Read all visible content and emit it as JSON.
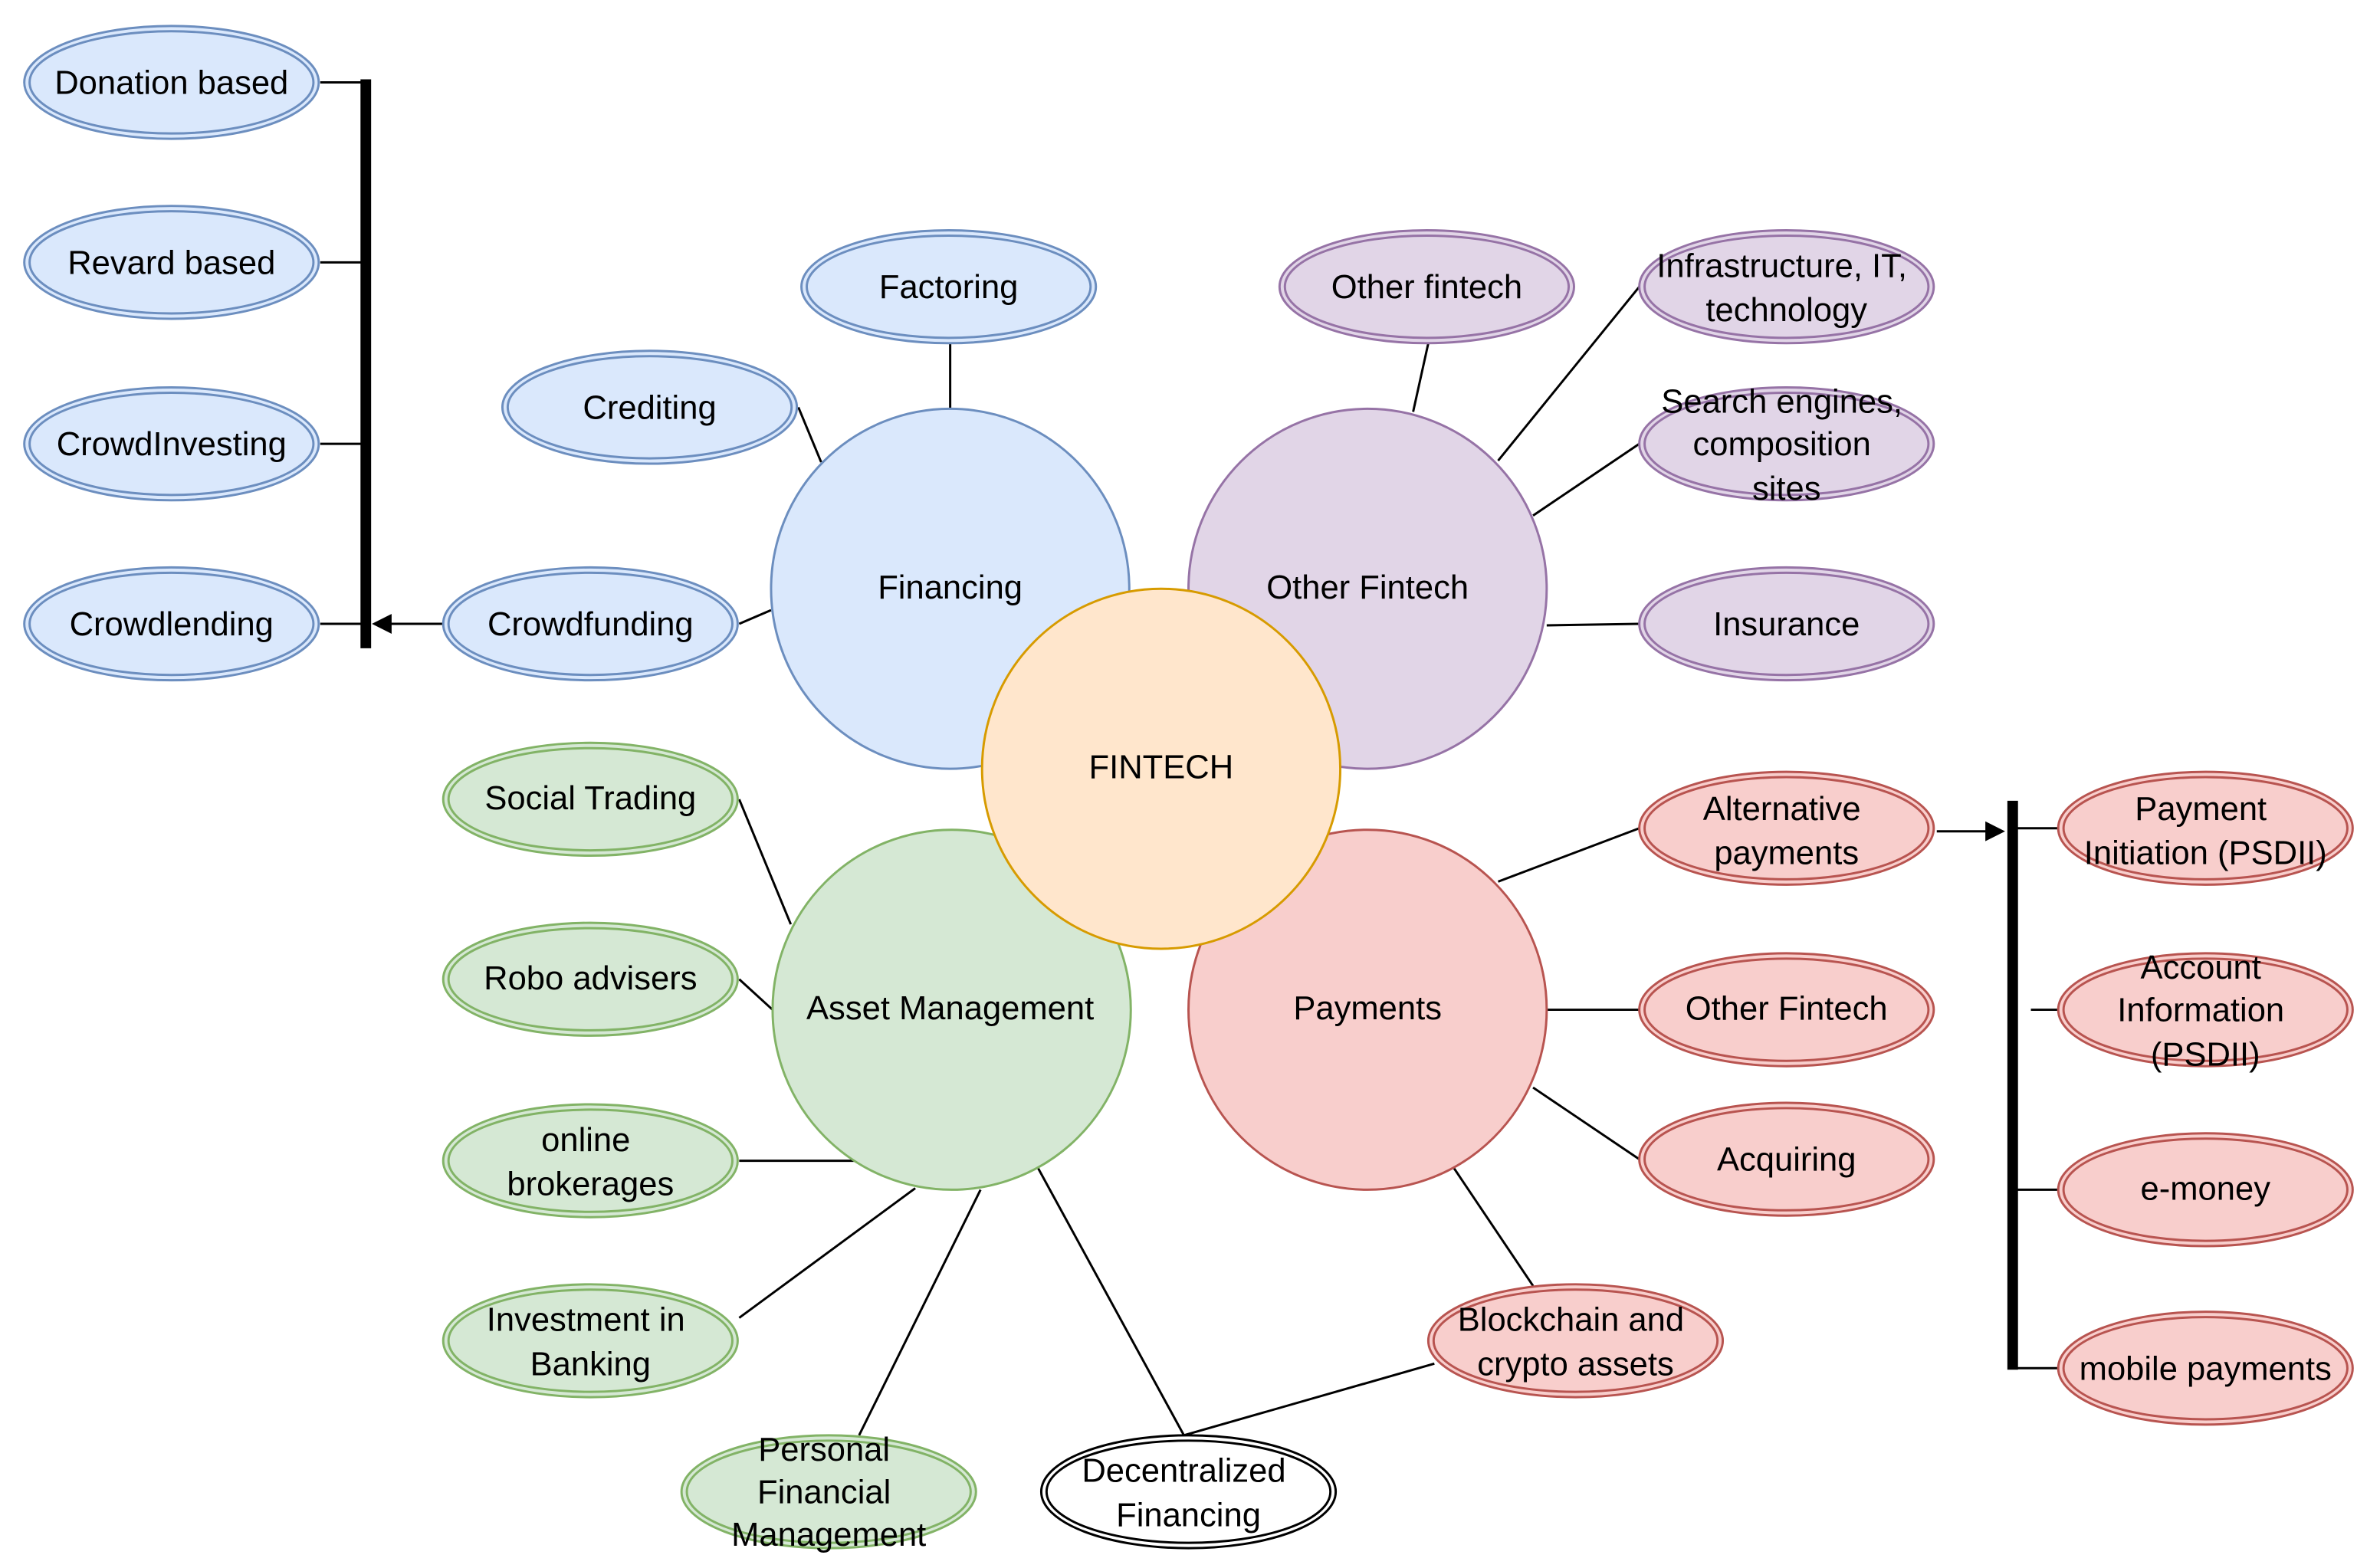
{
  "center": {
    "label": "FINTECH"
  },
  "financing": {
    "label": "Financing",
    "subtopics": [
      {
        "lines": [
          "Factoring"
        ]
      },
      {
        "lines": [
          "Crediting"
        ]
      },
      {
        "lines": [
          "Crowdfunding"
        ]
      }
    ],
    "crowdfunding_types": [
      {
        "lines": [
          "Donation based"
        ]
      },
      {
        "lines": [
          "Revard based"
        ]
      },
      {
        "lines": [
          "CrowdInvesting"
        ]
      },
      {
        "lines": [
          "Crowdlending"
        ]
      }
    ]
  },
  "other_fintech": {
    "label": "Other Fintech",
    "subtopics": [
      {
        "lines": [
          "Other fintech"
        ]
      },
      {
        "lines": [
          "Infrastructure, IT,",
          "technology"
        ]
      },
      {
        "lines": [
          "Search engines,",
          "composition",
          "sites"
        ]
      },
      {
        "lines": [
          "Insurance"
        ]
      }
    ]
  },
  "asset_management": {
    "label": "Asset Management",
    "subtopics": [
      {
        "lines": [
          "Social Trading"
        ]
      },
      {
        "lines": [
          "Robo advisers"
        ]
      },
      {
        "lines": [
          "online",
          "brokerages"
        ]
      },
      {
        "lines": [
          "Investment in",
          "Banking"
        ]
      },
      {
        "lines": [
          "Personal",
          "Financial",
          "Management"
        ]
      }
    ]
  },
  "payments": {
    "label": "Payments",
    "subtopics": [
      {
        "lines": [
          "Alternative",
          "payments"
        ]
      },
      {
        "lines": [
          "Other Fintech"
        ]
      },
      {
        "lines": [
          "Acquiring"
        ]
      },
      {
        "lines": [
          "Blockchain and",
          "crypto assets"
        ]
      }
    ],
    "alternative_payment_types": [
      {
        "lines": [
          "Payment",
          "Initiation (PSDII)"
        ]
      },
      {
        "lines": [
          "Account",
          "Information",
          "(PSDII)"
        ]
      },
      {
        "lines": [
          "e-money"
        ]
      },
      {
        "lines": [
          "mobile payments"
        ]
      }
    ]
  },
  "decentralized_financing": {
    "lines": [
      "Decentralized",
      "Financing"
    ]
  },
  "palette": {
    "financing": {
      "fill": "#dae8fc",
      "stroke": "#6c8ebf"
    },
    "other_fintech": {
      "fill": "#e1d5e7",
      "stroke": "#9673a6"
    },
    "asset_management": {
      "fill": "#d5e8d4",
      "stroke": "#82b366"
    },
    "payments": {
      "fill": "#f8cecc",
      "stroke": "#b85450"
    },
    "center": {
      "fill": "#ffe6cc",
      "stroke": "#d79b00"
    },
    "neutral": {
      "fill": "#ffffff",
      "stroke": "#000000"
    },
    "connector": "#000000"
  }
}
